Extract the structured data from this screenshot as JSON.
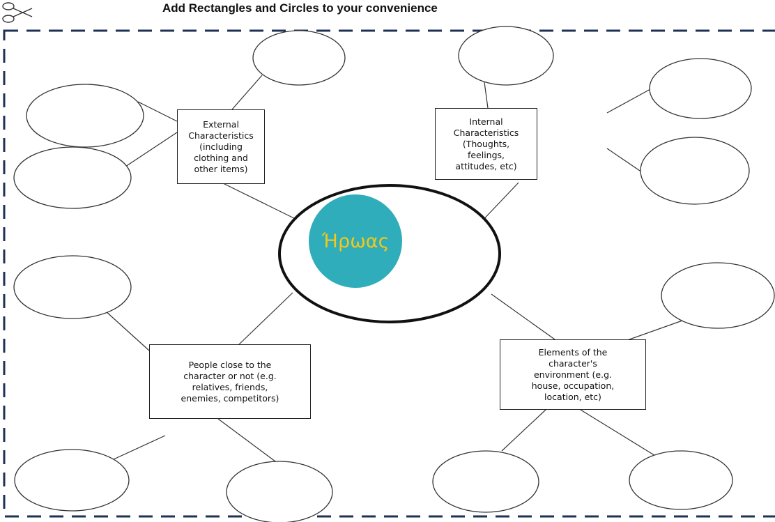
{
  "header": {
    "title": "Add Rectangles and Circles to your convenience"
  },
  "center": {
    "label": "Ήρωας"
  },
  "categories": {
    "external": "External\nCharacteristics\n(including\nclothing and\nother items)",
    "internal": "Internal\nCharacteristics\n(Thoughts,\nfeelings,\nattitudes, etc)",
    "people": "People close to the\ncharacter or not (e.g.\nrelatives, friends,\nenemies, competitors)",
    "environment": "Elements of the\ncharacter's\nenvironment (e.g.\nhouse, occupation,\nlocation, etc)"
  },
  "colors": {
    "frame": "#1f3056",
    "hero_fill": "#2fadba",
    "hero_text": "#f3c81a",
    "line": "#333333"
  },
  "icons": {
    "corner": "scissors-icon"
  }
}
